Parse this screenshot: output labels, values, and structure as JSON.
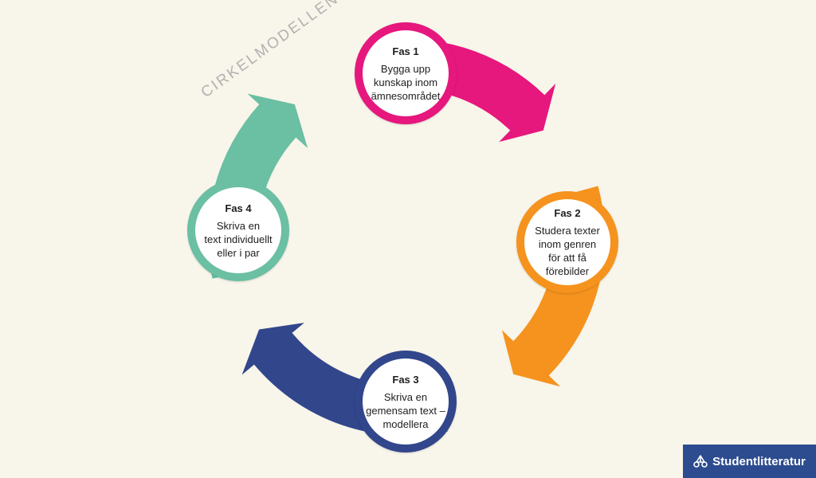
{
  "diagram": {
    "title": "CIRKELMODELLEN",
    "phases": [
      {
        "title": "Fas 1",
        "text": "Bygga upp\nkunskap inom\nämnesområdet",
        "color": "#e6177d"
      },
      {
        "title": "Fas 2",
        "text": "Studera texter\ninom genren\nför att få\nförebilder",
        "color": "#f5931e"
      },
      {
        "title": "Fas 3",
        "text": "Skriva en\ngemensam text –\nmodellera",
        "color": "#32468c"
      },
      {
        "title": "Fas 4",
        "text": "Skriva en\ntext individuellt\neller i par",
        "color": "#6bbfa3"
      }
    ]
  },
  "brand": {
    "name": "Studentlitteratur",
    "icon": "studentlitteratur-logo-icon",
    "color": "#2d4c8f"
  },
  "background": "#f8f5ea"
}
